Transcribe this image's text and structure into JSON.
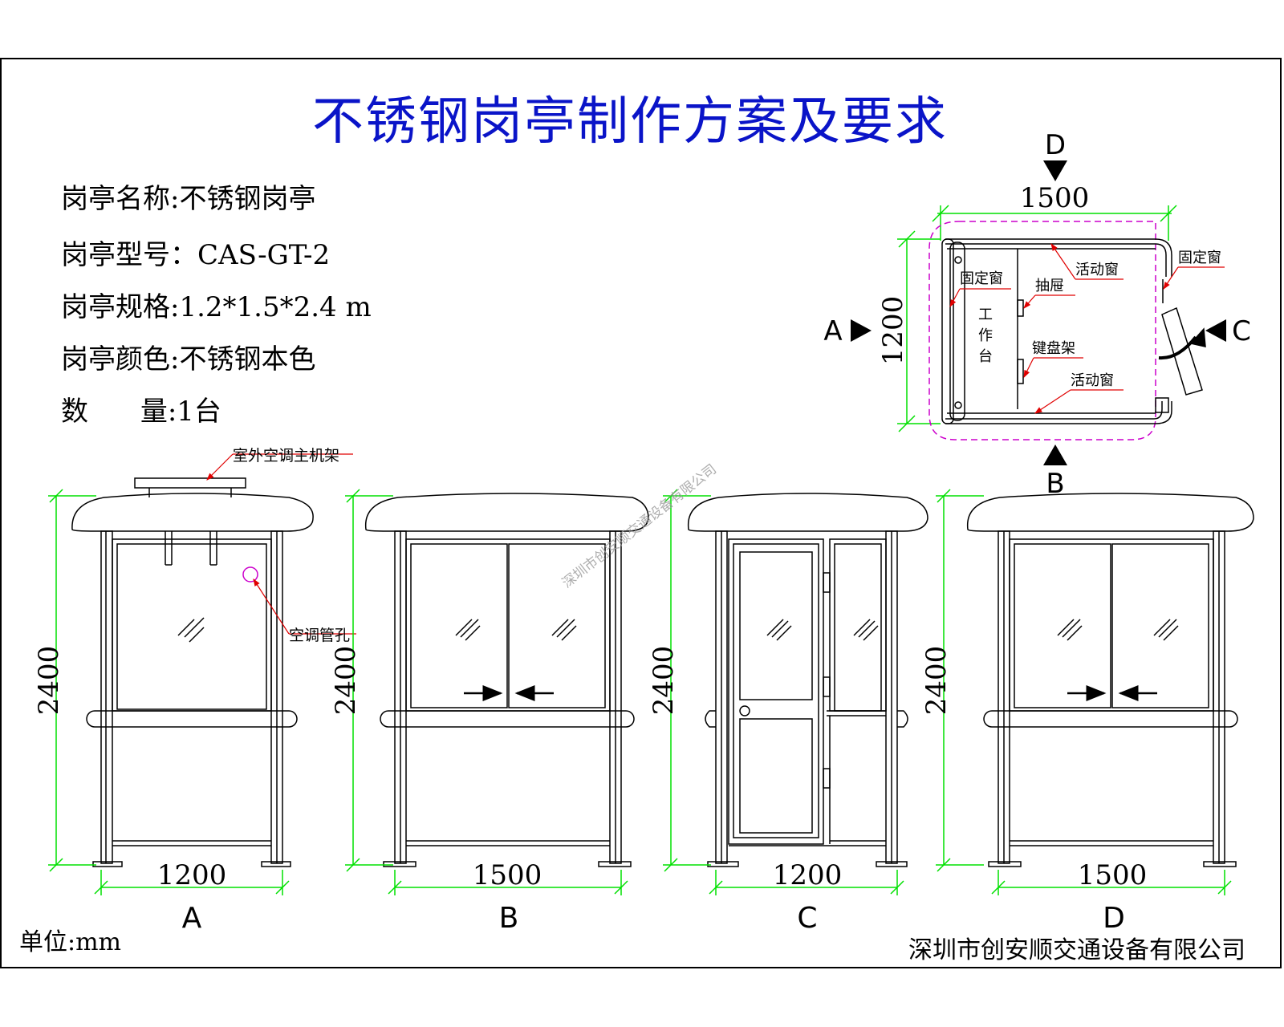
{
  "title": "不锈钢岗亭制作方案及要求",
  "info": [
    "岗亭名称:不锈钢岗亭",
    "岗亭型号：CAS-GT-2",
    "岗亭规格:1.2*1.5*2.4 m",
    "岗亭颜色:不锈钢本色",
    "数      量:1台"
  ],
  "unit": "单位:mm",
  "company": "深圳市创安顺交通设备有限公司",
  "watermark": "深圳市创安顺交通设备有限公司",
  "plan": {
    "dir_top": "D",
    "dir_bottom": "B",
    "dir_left": "A",
    "dir_right": "C",
    "width": "1500",
    "depth": "1200",
    "fixed_window_left": "固定窗",
    "fixed_window_right": "固定窗",
    "sliding_window_top": "活动窗",
    "sliding_window_bottom": "活动窗",
    "drawer": "抽屉",
    "keyboard_rack": "键盘架",
    "workbench_1": "工",
    "workbench_2": "作",
    "workbench_3": "台"
  },
  "elevations": [
    {
      "label": "A",
      "width": "1200",
      "height": "2400"
    },
    {
      "label": "B",
      "width": "1500",
      "height": "2400"
    },
    {
      "label": "C",
      "width": "1200",
      "height": "2400"
    },
    {
      "label": "D",
      "width": "1500",
      "height": "2400"
    }
  ],
  "callouts": {
    "ac_rack": "室外空调主机架",
    "ac_hole": "空调管孔"
  },
  "colors": {
    "title": "#0a14c8",
    "dimension": "#00e000",
    "leader": "#e00000",
    "dashed_outline": "#cc00cc"
  }
}
